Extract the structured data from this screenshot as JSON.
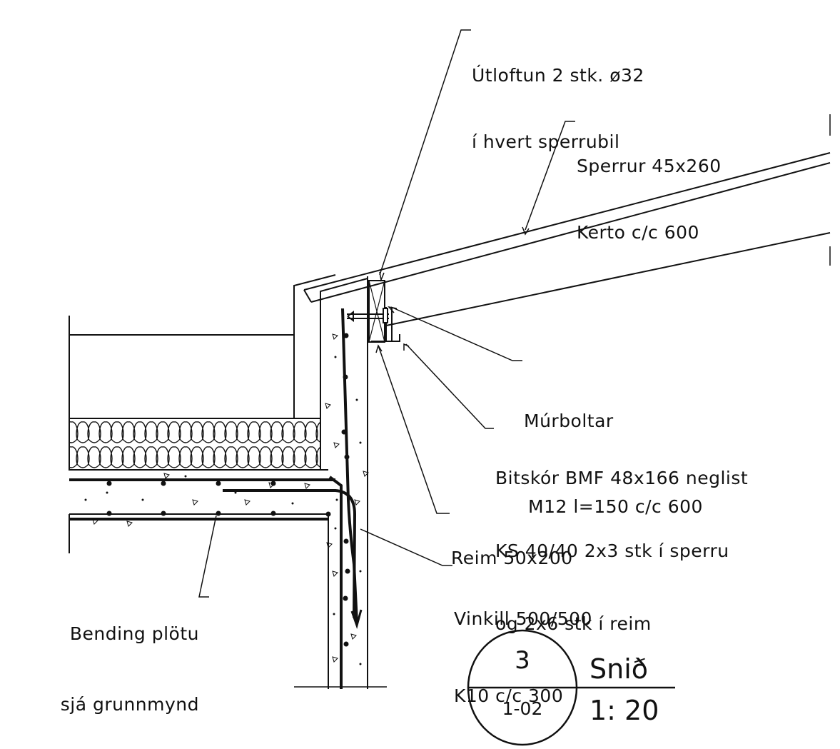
{
  "drawing": {
    "labels": {
      "vent_line1": "Útloftun 2 stk. ø32",
      "vent_line2": "í hvert sperrubil",
      "rafter_line1": "Sperrur 45x260",
      "rafter_line2": "Kerto c/c 600",
      "bolts_line1": "Múrboltar",
      "bolts_line2": "M12 l=150 c/c 600",
      "shoe_line1": "Bitskór BMF 48x166 neglist",
      "shoe_line2": "KS 40/40 2x3 stk í sperru",
      "shoe_line3": "og 2x6 stk í reim",
      "plate_line1": "Reim 50x200",
      "angle_line1": "Vinkill 500/500",
      "angle_line2": "K10 c/c 300",
      "rebar_line1": "Bending plötu",
      "rebar_line2": "sjá grunnmynd"
    },
    "title_block": {
      "detail_number": "3",
      "sheet_number": "1-02",
      "view_name": "Snið",
      "scale": "1: 20"
    }
  }
}
